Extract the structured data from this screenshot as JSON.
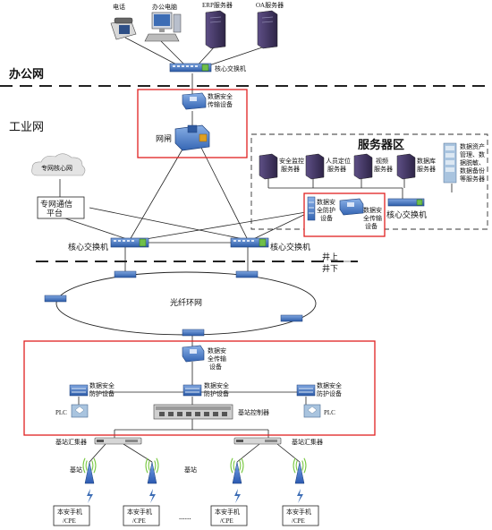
{
  "zones": {
    "office": "办公网",
    "industrial": "工业网",
    "server_area": "服务器区",
    "above_ground": "井上",
    "underground": "井下"
  },
  "office_devices": {
    "phone": "电话",
    "pc": "办公电脑",
    "erp": "ERP服务器",
    "oa": "OA服务器",
    "core_switch": "核心交换机"
  },
  "gateway_block": {
    "secure_transfer": [
      "数据安全",
      "传输设备"
    ],
    "gateway": "网闸"
  },
  "private_network": {
    "cloud": "专网核心网",
    "platform": [
      "专网通信",
      "平台"
    ]
  },
  "servers": {
    "security_monitor": [
      "安全监控",
      "服务器"
    ],
    "personnel": [
      "人员定位",
      "服务器"
    ],
    "video": [
      "视频",
      "服务器"
    ],
    "database": [
      "数据库",
      "服务器"
    ],
    "asset": [
      "数据资产",
      "管理、数",
      "据脱敏、",
      "数据备份",
      "等服务器"
    ]
  },
  "server_security": {
    "protect": [
      "数据安",
      "全防护",
      "设备"
    ],
    "transfer": [
      "数据安",
      "全传输",
      "设备"
    ],
    "core_switch": "核心交换机"
  },
  "core_switches": {
    "left": "核心交换机",
    "right": "核心交换机"
  },
  "ring": "光纤环网",
  "underground_block": {
    "transfer": [
      "数据安",
      "全传输",
      "设备"
    ],
    "protect_left": [
      "数据安全",
      "防护设备"
    ],
    "protect_mid": [
      "数据安全",
      "防护设备"
    ],
    "protect_right": [
      "数据安全",
      "防护设备"
    ],
    "plc_left": "PLC",
    "plc_right": "PLC",
    "controller": "基站控制器"
  },
  "aggregators": {
    "left": "基站汇集器",
    "right": "基站汇集器"
  },
  "base_stations": {
    "left": "基站",
    "mid": "基站"
  },
  "terminals": [
    [
      "本安手机",
      "/CPE"
    ],
    [
      "本安手机",
      "/CPE"
    ],
    [
      "本安手机",
      "/CPE"
    ],
    [
      "本安手机",
      "/CPE"
    ]
  ],
  "ellipsis": "......",
  "colors": {
    "red_box": "#e02020",
    "switch_blue": "#3a6fc4",
    "server_purple": "#4a3d6b",
    "gateway_blue": "#3d6db5"
  }
}
